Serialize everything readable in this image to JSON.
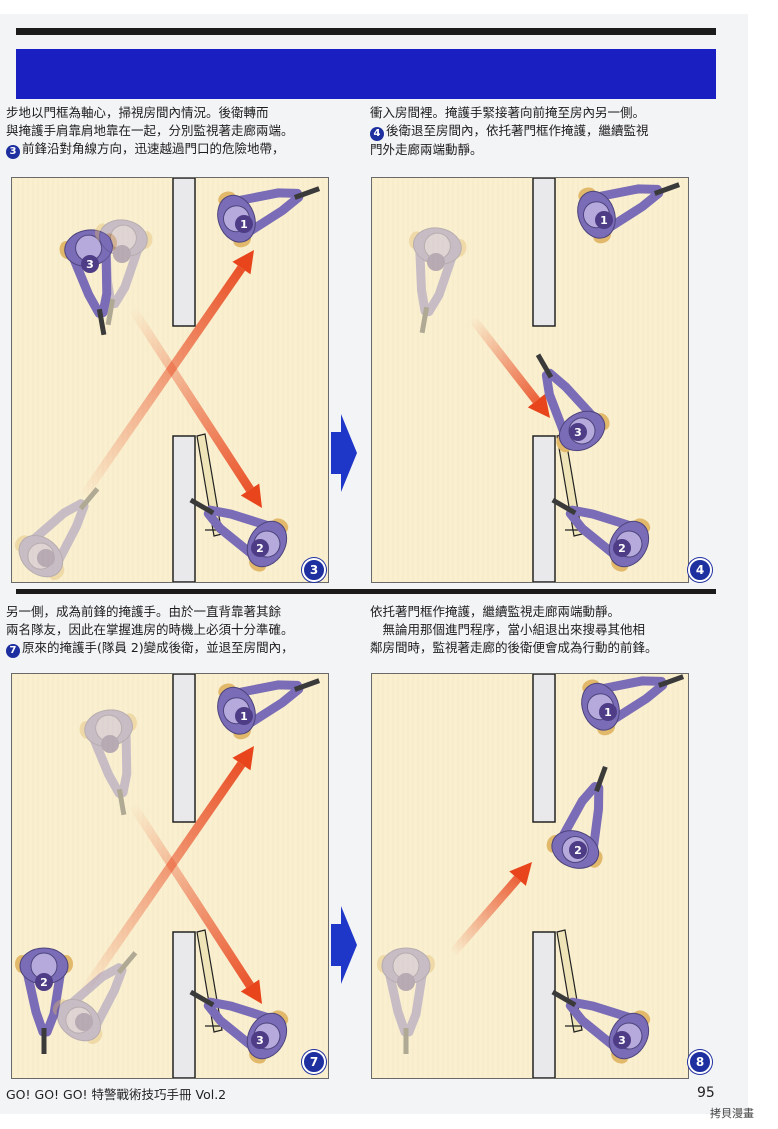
{
  "colors": {
    "banner": "#1a1fc2",
    "panel_bg": "#faf0cf",
    "arrow": "#e8451c",
    "operator_body": "#7a6cb6",
    "step_badge": "#1e2fa0"
  },
  "text": {
    "para_top_left": [
      "步地以門框為軸心，掃視房間內情況。後衛轉而",
      "與掩護手肩靠肩地靠在一起，分別監視著走廊兩端。",
      "前鋒沿對角線方向，迅速越過門口的危險地帶，"
    ],
    "para_top_left_num": "3",
    "para_top_right": [
      "衝入房間裡。掩護手緊接著向前掩至房內另一側。",
      "後衛退至房間內，依托著門框作掩護，繼續監視",
      "門外走廊兩端動靜。"
    ],
    "para_top_right_num": "4",
    "para_mid_left": [
      "另一側，成為前鋒的掩護手。由於一直背靠著其餘",
      "兩名隊友，因此在掌握進房的時機上必須十分準確。",
      "原來的掩護手(隊員 2)變成後衛，並退至房間內，"
    ],
    "para_mid_left_num": "7",
    "para_mid_right": [
      "依托著門框作掩護，繼續監視走廊兩端動靜。",
      "　無論用那個進門程序，當小組退出來搜尋其他相",
      "鄰房間時，監視著走廊的後衛便會成為行動的前鋒。"
    ]
  },
  "diagrams": [
    {
      "step": "3",
      "operators": [
        "1",
        "3",
        "2"
      ]
    },
    {
      "step": "4",
      "operators": [
        "1",
        "3",
        "2"
      ]
    },
    {
      "step": "7",
      "operators": [
        "1",
        "2",
        "3"
      ]
    },
    {
      "step": "8",
      "operators": [
        "1",
        "2",
        "3"
      ]
    }
  ],
  "footer": {
    "title": "GO! GO! GO! 特警戰術技巧手冊 Vol.2",
    "page_number": "95",
    "watermark": "拷貝漫畫"
  }
}
